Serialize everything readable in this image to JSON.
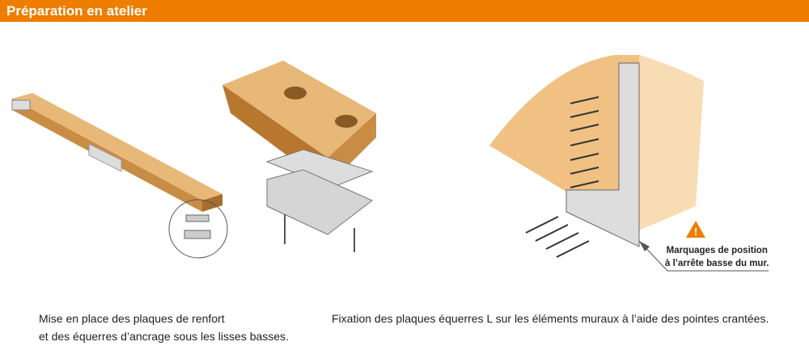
{
  "header": {
    "title": "Préparation en atelier"
  },
  "captions": {
    "left_line1": "Mise en place des plaques de renfort",
    "left_line2": "et des équerres d’ancrage sous les lisses basses.",
    "right": "Fixation des plaques équerres L sur les éléments muraux à l’aide des pointes crantées."
  },
  "note": {
    "line1": "Marquages de position",
    "line2": "à l’arrête basse du mur."
  },
  "colors": {
    "header": "#ef7d00",
    "wood": "#d9a35c",
    "wall": "#f0c183"
  }
}
